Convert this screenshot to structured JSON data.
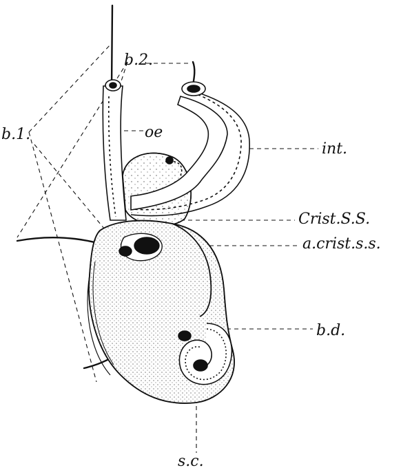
{
  "figure": {
    "background": "#ffffff",
    "ink": "#111111",
    "labels": {
      "b1": "b.1.",
      "b2": "b.2.",
      "oe": "oe",
      "int": "int.",
      "crist": "Crist.S.S.",
      "acrist": "a.crist.s.s.",
      "bd": "b.d.",
      "sc": "s.c."
    }
  }
}
